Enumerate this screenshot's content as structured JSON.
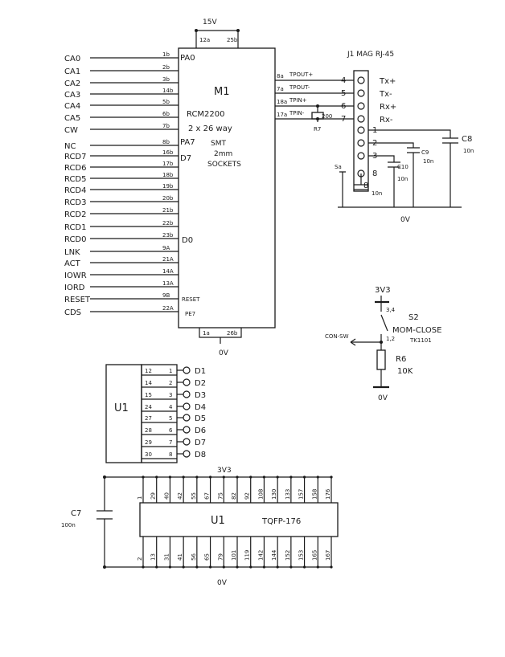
{
  "power": {
    "top_15v": "15V",
    "m1_top_pins": [
      "12a",
      "25b"
    ],
    "m1_bottom_pins": [
      "1a",
      "26b"
    ],
    "gnd_label": "0V",
    "gnd_label_rj": "0V",
    "gnd_label_u1": "0V",
    "v3v3": "3V3",
    "v3v3_u1": "3V3"
  },
  "m1": {
    "ref": "M1",
    "part": "RCM2200",
    "desc1": "2 x 26 way",
    "desc2": "SMT",
    "desc3": "2mm",
    "desc4": "SOCKETS",
    "pin_pa0": "PA0",
    "pin_pa7": "PA7",
    "pin_d7": "D7",
    "pin_d0": "D0",
    "pin_reset": "RESET",
    "pin_pe7": "PE7",
    "right_pins": [
      "8a",
      "7a",
      "18a",
      "17a"
    ],
    "right_small": [
      "TPOUT+",
      "TPOUT-",
      "TPIN+",
      "TPIN-"
    ],
    "r7_val": "200",
    "r7_ref": "R7"
  },
  "left_signals": [
    {
      "name": "CA0",
      "pin": "1b"
    },
    {
      "name": "CA1",
      "pin": "2b"
    },
    {
      "name": "CA2",
      "pin": "3b"
    },
    {
      "name": "CA3",
      "pin": "14b"
    },
    {
      "name": "CA4",
      "pin": "5b"
    },
    {
      "name": "CA5",
      "pin": "6b"
    },
    {
      "name": "CW",
      "pin": "7b"
    },
    {
      "name": "NC",
      "pin": "8b"
    },
    {
      "name": "RCD7",
      "pin": "16b"
    },
    {
      "name": "RCD6",
      "pin": "17b"
    },
    {
      "name": "RCD5",
      "pin": "18b"
    },
    {
      "name": "RCD4",
      "pin": "19b"
    },
    {
      "name": "RCD3",
      "pin": "20b"
    },
    {
      "name": "RCD2",
      "pin": "21b"
    },
    {
      "name": "RCD1",
      "pin": "22b"
    },
    {
      "name": "RCD0",
      "pin": "23b"
    },
    {
      "name": "LNK",
      "pin": "9A"
    },
    {
      "name": "ACT",
      "pin": "21A"
    },
    {
      "name": "IOWR",
      "pin": "14A"
    },
    {
      "name": "IORD",
      "pin": "13A"
    },
    {
      "name": "RESET",
      "pin": "9B"
    },
    {
      "name": "CDS",
      "pin": "22A"
    }
  ],
  "rj45": {
    "title": "J1 MAG RJ-45",
    "pins": [
      "4",
      "5",
      "6",
      "7",
      "1",
      "2",
      "3",
      "8"
    ],
    "signals": [
      "Tx+",
      "Tx-",
      "Rx+",
      "Rx-"
    ],
    "c8_ref": "C8",
    "c8_val": "10n",
    "c9_ref": "C9",
    "c9_val": "10n",
    "c10_ref": "C10",
    "c10_val": "10n",
    "c11_val": "10n",
    "sa": "Sa"
  },
  "switch": {
    "label": "CON-SW",
    "pins_top": "3,4",
    "pins_bot": "1,2",
    "ref": "S2",
    "desc": "MOM-CLOSE",
    "part": "TK1101",
    "r6_ref": "R6",
    "r6_val": "10K"
  },
  "u1_conn": {
    "ref": "U1",
    "rows": [
      {
        "u1pin": "12",
        "idx": "1",
        "d": "D1"
      },
      {
        "u1pin": "14",
        "idx": "2",
        "d": "D2"
      },
      {
        "u1pin": "15",
        "idx": "3",
        "d": "D3"
      },
      {
        "u1pin": "24",
        "idx": "4",
        "d": "D4"
      },
      {
        "u1pin": "27",
        "idx": "5",
        "d": "D5"
      },
      {
        "u1pin": "28",
        "idx": "6",
        "d": "D6"
      },
      {
        "u1pin": "29",
        "idx": "7",
        "d": "D7"
      },
      {
        "u1pin": "30",
        "idx": "8",
        "d": "D8"
      }
    ]
  },
  "u1_pkg": {
    "ref": "U1",
    "package": "TQFP-176",
    "top_pins": [
      "1",
      "29",
      "40",
      "42",
      "55",
      "67",
      "75",
      "82",
      "92",
      "108",
      "130",
      "133",
      "157",
      "158",
      "176"
    ],
    "bottom_pins": [
      "2",
      "13",
      "31",
      "41",
      "56",
      "65",
      "79",
      "101",
      "119",
      "142",
      "144",
      "152",
      "153",
      "165",
      "167"
    ],
    "c7_ref": "C7",
    "c7_val": "100n"
  }
}
